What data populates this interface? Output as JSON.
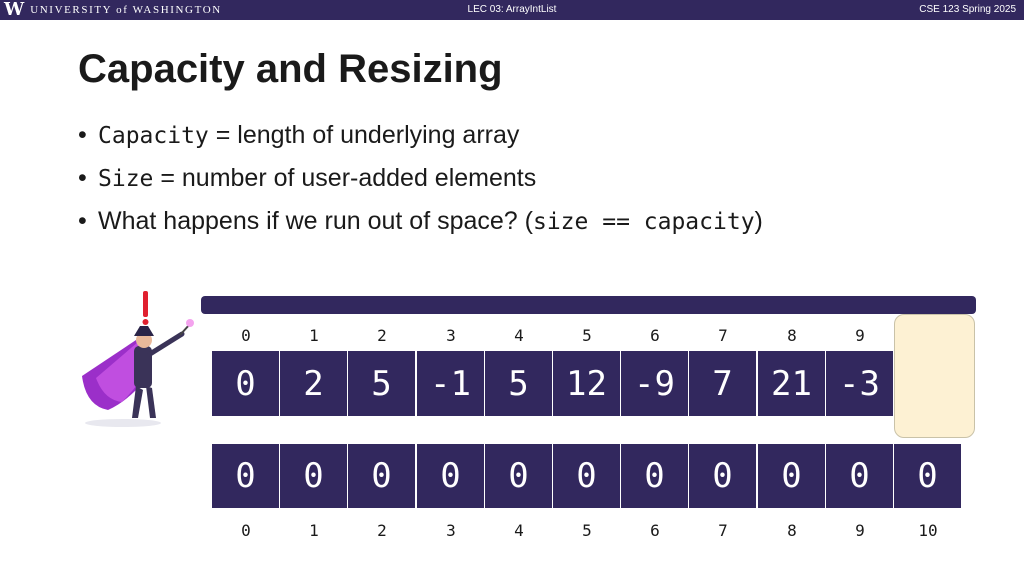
{
  "header": {
    "logo_letter": "W",
    "university": "UNIVERSITY of WASHINGTON",
    "lecture": "LEC 03: ArrayIntList",
    "course": "CSE 123 Spring 2025"
  },
  "title": "Capacity and Resizing",
  "bullets": [
    {
      "code": "Capacity",
      "text": " = length of underlying array"
    },
    {
      "code": "Size",
      "text": " = number of user-added elements"
    },
    {
      "text": "What happens if we run out of space? (",
      "code": "size == capacity",
      "tail": ")"
    }
  ],
  "arrays": {
    "old": {
      "indices": [
        "0",
        "1",
        "2",
        "3",
        "4",
        "5",
        "6",
        "7",
        "8",
        "9"
      ],
      "values": [
        "0",
        "2",
        "5",
        "-1",
        "5",
        "12",
        "-9",
        "7",
        "21",
        "-3"
      ]
    },
    "new": {
      "values": [
        "0",
        "0",
        "0",
        "0",
        "0",
        "0",
        "0",
        "0",
        "0",
        "0",
        "0"
      ],
      "indices": [
        "0",
        "1",
        "2",
        "3",
        "4",
        "5",
        "6",
        "7",
        "8",
        "9",
        "10"
      ]
    }
  },
  "colors": {
    "bar": "#32285e",
    "cell": "#32285e",
    "slot": "#fdf1d3",
    "alert": "#e0202f",
    "cape": "#9b2fc9"
  },
  "icons": {
    "alert": "exclamation-icon",
    "wizard": "wizard-illustration"
  }
}
